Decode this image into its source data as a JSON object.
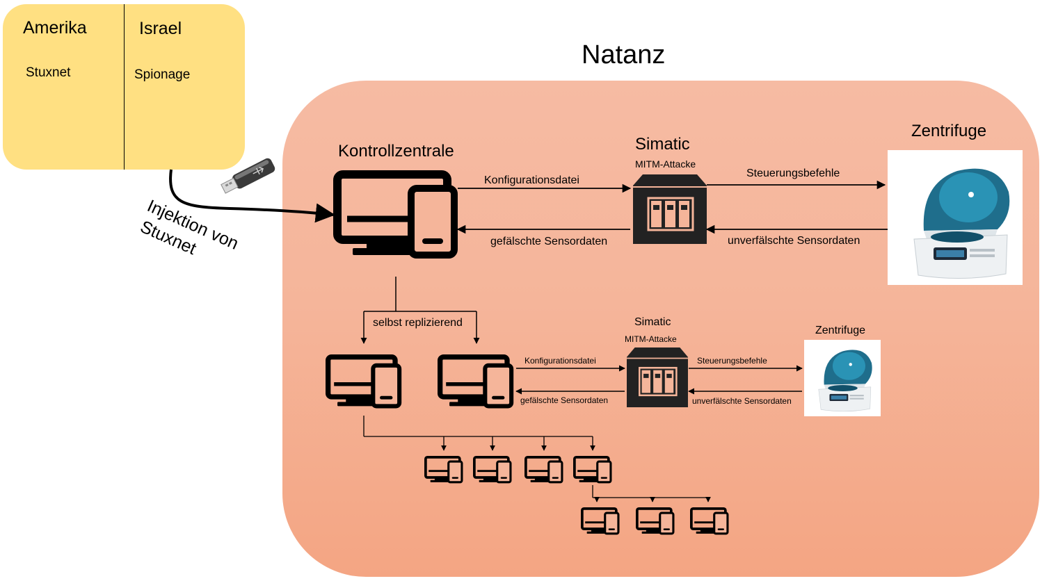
{
  "colors": {
    "actor_box": "#ffe082",
    "zone_fill": "#f5b59a",
    "icon_stroke": "#000000",
    "device_fill": "#222222",
    "centrifuge_teal": "#1f6e8c"
  },
  "actors": {
    "america": {
      "title": "Amerika",
      "item": "Stuxnet"
    },
    "israel": {
      "title": "Israel",
      "item": "Spionage"
    }
  },
  "injection": {
    "line1": "Injektion von",
    "line2": "Stuxnet",
    "icon": "usb-stick-icon"
  },
  "natanz": {
    "title": "Natanz",
    "control_center": {
      "title": "Kontrollzentrale",
      "icon": "computer-and-phone-icon"
    },
    "simatic_main": {
      "title": "Simatic",
      "subtitle": "MITM-Attacke",
      "icon": "nas-server-icon"
    },
    "centrifuge_main": {
      "title": "Zentrifuge",
      "icon": "centrifuge-photo"
    },
    "flows_main": {
      "config_file": "Konfigurationsdatei",
      "fake_sensor_data": "gefälschte Sensordaten",
      "control_commands": "Steuerungsbefehle",
      "real_sensor_data": "unverfälschte Sensordaten"
    },
    "replication_label": "selbst replizierend",
    "simatic_small": {
      "title": "Simatic",
      "subtitle": "MITM-Attacke"
    },
    "centrifuge_small": {
      "title": "Zentrifuge"
    },
    "flows_small": {
      "config_file": "Konfigurationsdatei",
      "fake_sensor_data": "gefälschte Sensordaten",
      "control_commands": "Steuerungsbefehle",
      "real_sensor_data": "unverfälschte Sensordaten"
    }
  }
}
